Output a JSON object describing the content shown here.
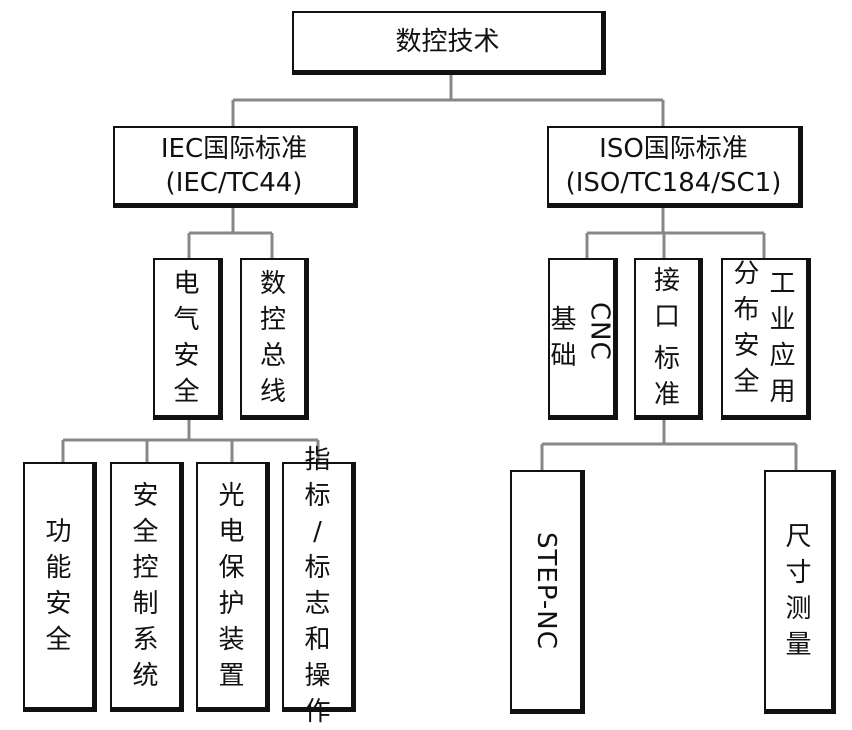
{
  "root": "数控技术",
  "iec": {
    "line1": "IEC国际标准",
    "line2": "(IEC/TC44)"
  },
  "iso": {
    "line1": "ISO国际标准",
    "line2": "(ISO/TC184/SC1)"
  },
  "iec_children": {
    "electrical_safety": "电气安全",
    "ncbus": "数控总线"
  },
  "iec_leaves": {
    "functional_safety": "功能安全",
    "safety_control": "安全控制系统",
    "photoelectric": "光电保护装置",
    "indicator": "指标/标志和操作"
  },
  "iso_children": {
    "cnc_basic_a": "CNC",
    "cnc_basic_b": "基础",
    "interface_a": "接口",
    "interface_b": "标准",
    "industrial_a": "工业应用",
    "industrial_b": "分布安全"
  },
  "iso_leaves": {
    "step_nc": "STEP-NC",
    "dimension": "尺寸测量"
  }
}
